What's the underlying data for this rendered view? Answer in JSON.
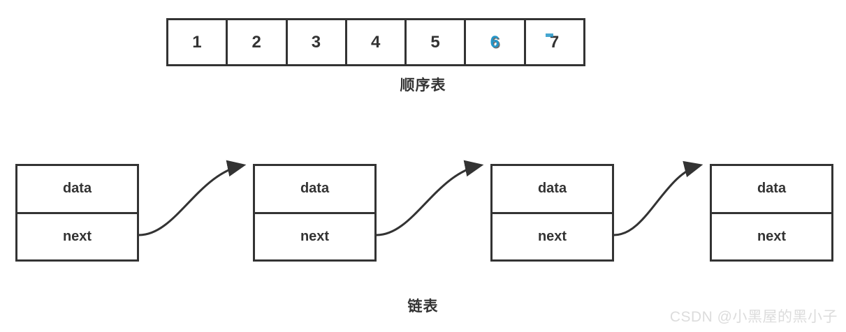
{
  "diagram": {
    "background_color": "#ffffff",
    "line_color": "#333333",
    "highlight_color": "#2596c8"
  },
  "sequential_list": {
    "label": "顺序表",
    "cells": [
      {
        "value": "1",
        "highlighted": false
      },
      {
        "value": "2",
        "highlighted": false
      },
      {
        "value": "3",
        "highlighted": false
      },
      {
        "value": "4",
        "highlighted": false
      },
      {
        "value": "5",
        "highlighted": false
      },
      {
        "value": "6",
        "highlighted": true
      },
      {
        "value": "7",
        "highlighted": false
      }
    ]
  },
  "linked_list": {
    "label": "链表",
    "nodes": [
      {
        "data_label": "data",
        "next_label": "next"
      },
      {
        "data_label": "data",
        "next_label": "next"
      },
      {
        "data_label": "data",
        "next_label": "next"
      },
      {
        "data_label": "data",
        "next_label": "next"
      }
    ],
    "arrow_count": 3
  },
  "watermark": {
    "text": "CSDN @小黑屋的黑小子"
  }
}
